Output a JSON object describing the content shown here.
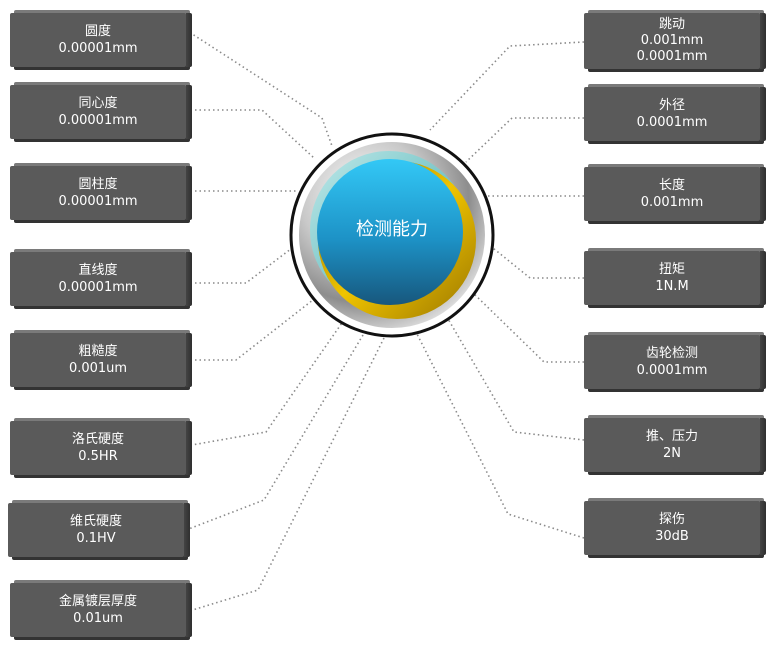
{
  "center": {
    "label": "检测能力"
  },
  "colors": {
    "box_bg": "#5a5a5a",
    "connector": "#888888",
    "hub_blue": "#1c8fc4",
    "hub_gold": "#d6a800"
  },
  "left_items": [
    {
      "title": "圆度",
      "value": "0.00001mm"
    },
    {
      "title": "同心度",
      "value": "0.00001mm"
    },
    {
      "title": "圆柱度",
      "value": "0.00001mm"
    },
    {
      "title": "直线度",
      "value": "0.00001mm"
    },
    {
      "title": "粗糙度",
      "value": "0.001um"
    },
    {
      "title": "洛氏硬度",
      "value": "0.5HR"
    },
    {
      "title": "维氏硬度",
      "value": "0.1HV"
    },
    {
      "title": "金属镀层厚度",
      "value": "0.01um"
    }
  ],
  "right_items": [
    {
      "title": "跳动",
      "value": "0.001mm",
      "value2": "0.0001mm"
    },
    {
      "title": "外径",
      "value": "0.0001mm"
    },
    {
      "title": "长度",
      "value": "0.001mm"
    },
    {
      "title": "扭矩",
      "value": "1N.M"
    },
    {
      "title": "齿轮检测",
      "value": "0.0001mm"
    },
    {
      "title": "推、压力",
      "value": "2N"
    },
    {
      "title": "探伤",
      "value": "30dB"
    }
  ]
}
